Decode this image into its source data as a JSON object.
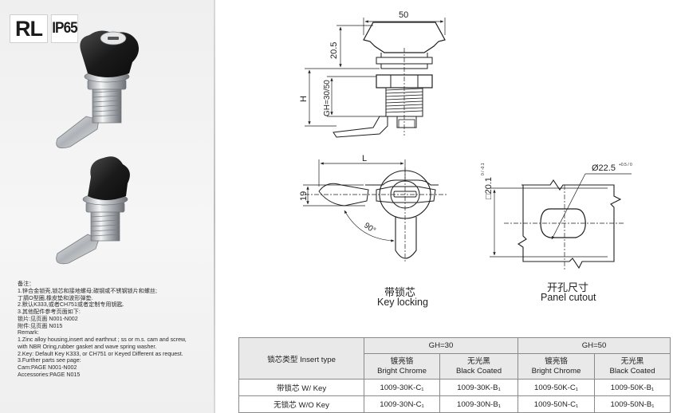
{
  "badges": {
    "series": "RL",
    "rating": "IP65"
  },
  "notes": [
    "备注：",
    "1.锌合金锁壳,锁芯和接地螺母;碳钢或不锈钢锁片和螺丝;",
    "丁腈O型圈,橡皮垫和波形弹垫.",
    "2.默认K333,或者CH751或者定制专用钥匙.",
    "3.其他配件参考页面如下:",
    "锁片:见页面 N001-N002",
    "附件:见页面 N015",
    "Remark:",
    "1.Zinc alloy housing,insert and earthnut ; ss or m.s. cam and screw,",
    "with NBR Oring,rubber gasket and wave spring washer.",
    "2.Key: Default Key K333, or CH751 or Keyed Different as request.",
    "3.Further parts see page:",
    "Cam:PAGE N001-N002",
    "Accessories:PAGE N015"
  ],
  "drawing": {
    "dim_width": "50",
    "dim_head": "20.5",
    "dim_h": "H",
    "dim_gh": "GH=30/50",
    "dim_l": "L",
    "dim_19": "19",
    "dim_angle": "90°",
    "dim_square": "□20.1",
    "dim_square_tol": "0 / -0.1",
    "dim_dia": "Ø22.5",
    "dim_dia_tol": "+0.5 / 0",
    "caption_key_cn": "带锁芯",
    "caption_key_en": "Key locking",
    "caption_panel_cn": "开孔尺寸",
    "caption_panel_en": "Panel cutout"
  },
  "table": {
    "group_30": "GH=30",
    "group_50": "GH=50",
    "insert_type": "锁芯类型 Insert type",
    "finish_chrome_cn": "镀亮铬",
    "finish_chrome_en": "Bright Chrome",
    "finish_black_cn": "无光黑",
    "finish_black_en": "Black Coated",
    "rows": [
      {
        "label": "带锁芯 W/ Key",
        "c30": "1009-30K-C₁",
        "b30": "1009-30K-B₁",
        "c50": "1009-50K-C₁",
        "b50": "1009-50K-B₁"
      },
      {
        "label": "无锁芯 W/O Key",
        "c30": "1009-30N-C₁",
        "b30": "1009-30N-B₁",
        "c50": "1009-50N-C₁",
        "b50": "1009-50N-B₁"
      }
    ]
  }
}
